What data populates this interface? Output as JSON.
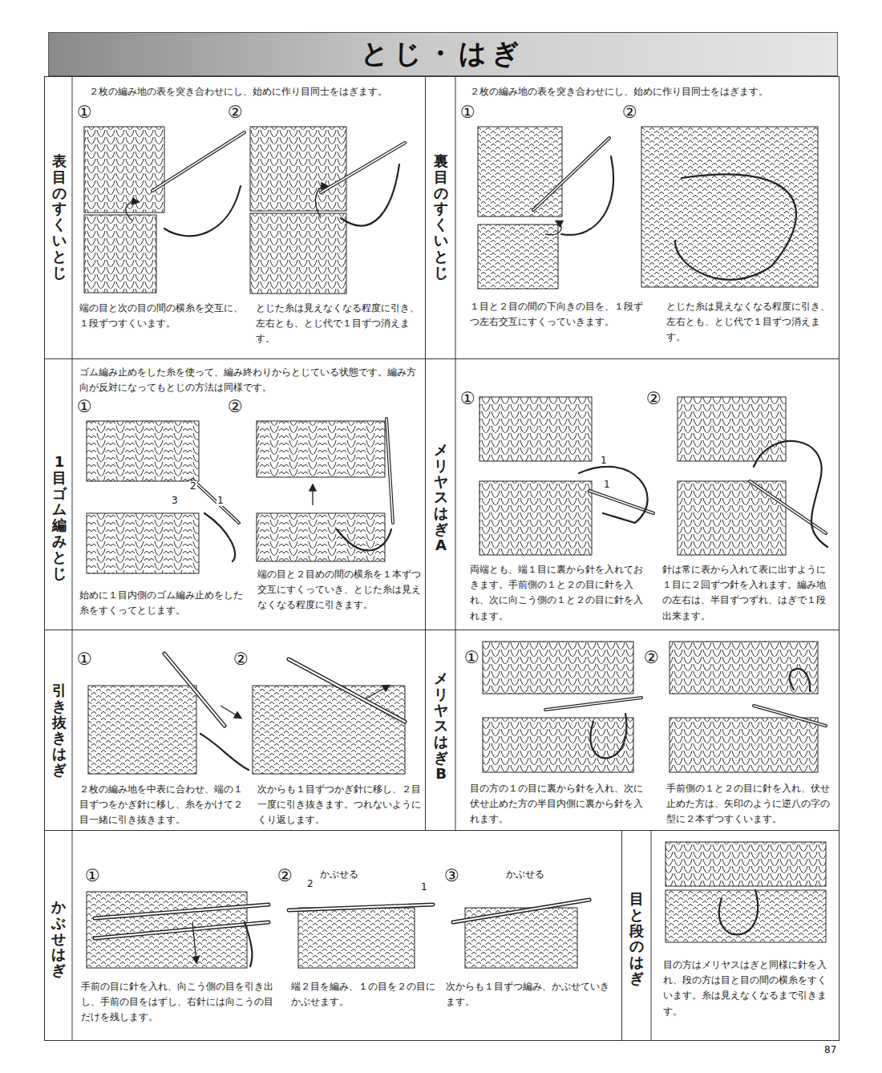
{
  "diagram": {
    "title": "とじ・はぎ",
    "nodes": [
      {
        "text": [
          "表目のすくいとじ",
          "２枚の編み地の表を突き合わせにし、始めに作り目同士をはぎます。",
          "端の目と次の目の間の横糸を交互に、１段ずつすくいます。",
          "とじた糸は見えなくなる程度に引き、左右とも、とじ代で１目ずつ消えます。"
        ]
      },
      {
        "text": [
          "裏目のすくいとじ",
          "２枚の編み地の表を突き合わせにし、始めに作り目同士をはぎます。",
          "１目と２目の間の下向きの目を、１段ずつ左右交互にすくっていきます。",
          "とじた糸は見えなくなる程度に引き、左右とも、とじ代で１目ずつ消えます。"
        ]
      },
      {
        "text": [
          "1目ゴム編みとじ",
          "ゴム編み止めをした糸を使って、編み終わりからとじている状態です。編み方向が反対になってもとじの方法は同様です。",
          "始めに１目内側のゴム編み止めをした糸をすくってとじます。",
          "端の目と２目めの間の横糸を１本ずつ交互にすくっていき、とじた糸は見えなくなる程度に引きます。"
        ]
      },
      {
        "text": [
          "メリヤスはぎA",
          "両端とも、端１目に裏から針を入れておきます。手前側の１と２の目に針を入れ、次に向こう側の１と２の目に針を入れます。",
          "針は常に表から入れて表に出すように１目に２回ずつ針を入れます。編み地の左右は、半目ずつずれ、はぎで１段出来ます。"
        ]
      },
      {
        "text": [
          "引き抜きはぎ",
          "２枚の編み地を中表に合わせ、端の１目ずつをかぎ針に移し、糸をかけて２目一緒に引き抜きます。",
          "次からも１目ずつかぎ針に移し、２目一度に引き抜きます。つれないようにくり返します。"
        ]
      },
      {
        "text": [
          "メリヤスはぎB",
          "目の方の１の目に裏から針を入れ、次に伏せ止めた方の半目内側に裏から針を入れます。",
          "手前側の１と２の目に針を入れ、伏せ止めた方は、矢印のように逆八の字の型に２本ずつすくいます。"
        ]
      },
      {
        "text": [
          "かぶせはぎ",
          "手前の目に針を入れ、向こう側の目を引き出し、手前の目をはずし、右針には向こうの目だけを残します。",
          "端２目を編み、１の目を２の目にかぶせます。",
          "次からも１目ずつ編み、かぶせていきます。"
        ]
      },
      {
        "text": [
          "目と段のはぎ",
          "目の方はメリヤスはぎと同様に針を入れ、段の方は目と目の間の横糸をすくいます。糸は見えなくなるまで引きます。"
        ]
      }
    ],
    "labels": [
      "①",
      "②",
      "①",
      "②",
      "①",
      "②",
      "2",
      "3",
      "1",
      "①",
      "②",
      "1",
      "1",
      "①",
      "②",
      "①",
      "②",
      "①",
      "②",
      "2",
      "かぶせる",
      "1",
      "③",
      "かぶせる",
      "87"
    ]
  }
}
